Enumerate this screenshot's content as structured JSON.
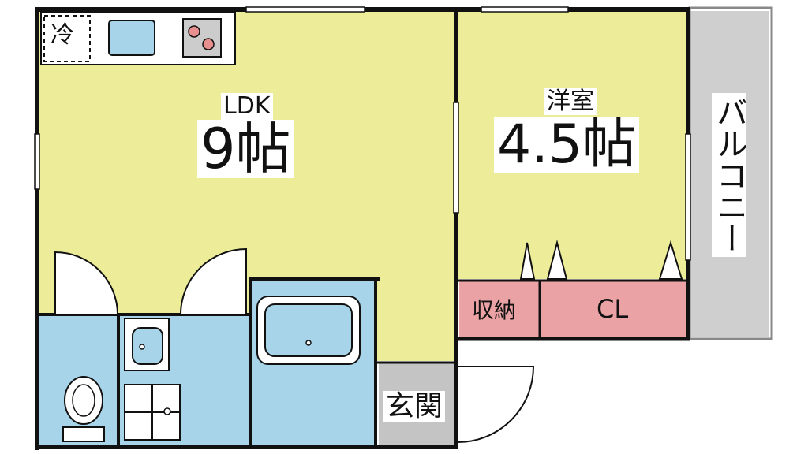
{
  "rooms": {
    "ldk": {
      "name": "LDK",
      "size": "9帖"
    },
    "western": {
      "name": "洋室",
      "size": "4.5帖"
    },
    "balcony": {
      "name": "バルコニー"
    },
    "storage": {
      "name": "収納"
    },
    "closet": {
      "name": "CL"
    },
    "entrance": {
      "name": "玄関"
    }
  },
  "fixtures": {
    "fridge": {
      "label": "冷"
    }
  },
  "colors": {
    "living": "#ecec99",
    "water": "#a8d4ea",
    "storage": "#eaa2a4",
    "balcony": "#cfcfcf",
    "entrance": "#c4c4c4",
    "wall": "#111111"
  }
}
